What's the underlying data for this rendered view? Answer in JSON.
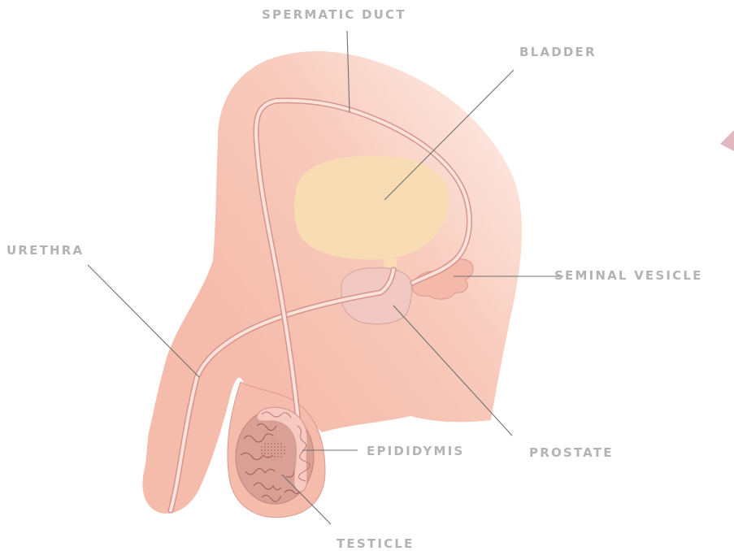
{
  "labels": {
    "spermatic_duct": "SPERMATIC DUCT",
    "bladder": "BLADDER",
    "urethra": "URETHRA",
    "seminal_vesicle": "SEMINAL VESICLE",
    "epididymis": "EPIDIDYMIS",
    "prostate": "PROSTATE",
    "testicle": "TESTICLE"
  },
  "colors": {
    "body": "#f7c4b3",
    "body_light": "#fbe0d6",
    "outline": "#d99a93",
    "bladder": "#f8dcb4",
    "prostate": "#f1c9c2",
    "testicle": "#d9a095",
    "label": "#b3b3b3",
    "leader": "#6f6f6f",
    "corner_mark": "#e3b7bf"
  }
}
